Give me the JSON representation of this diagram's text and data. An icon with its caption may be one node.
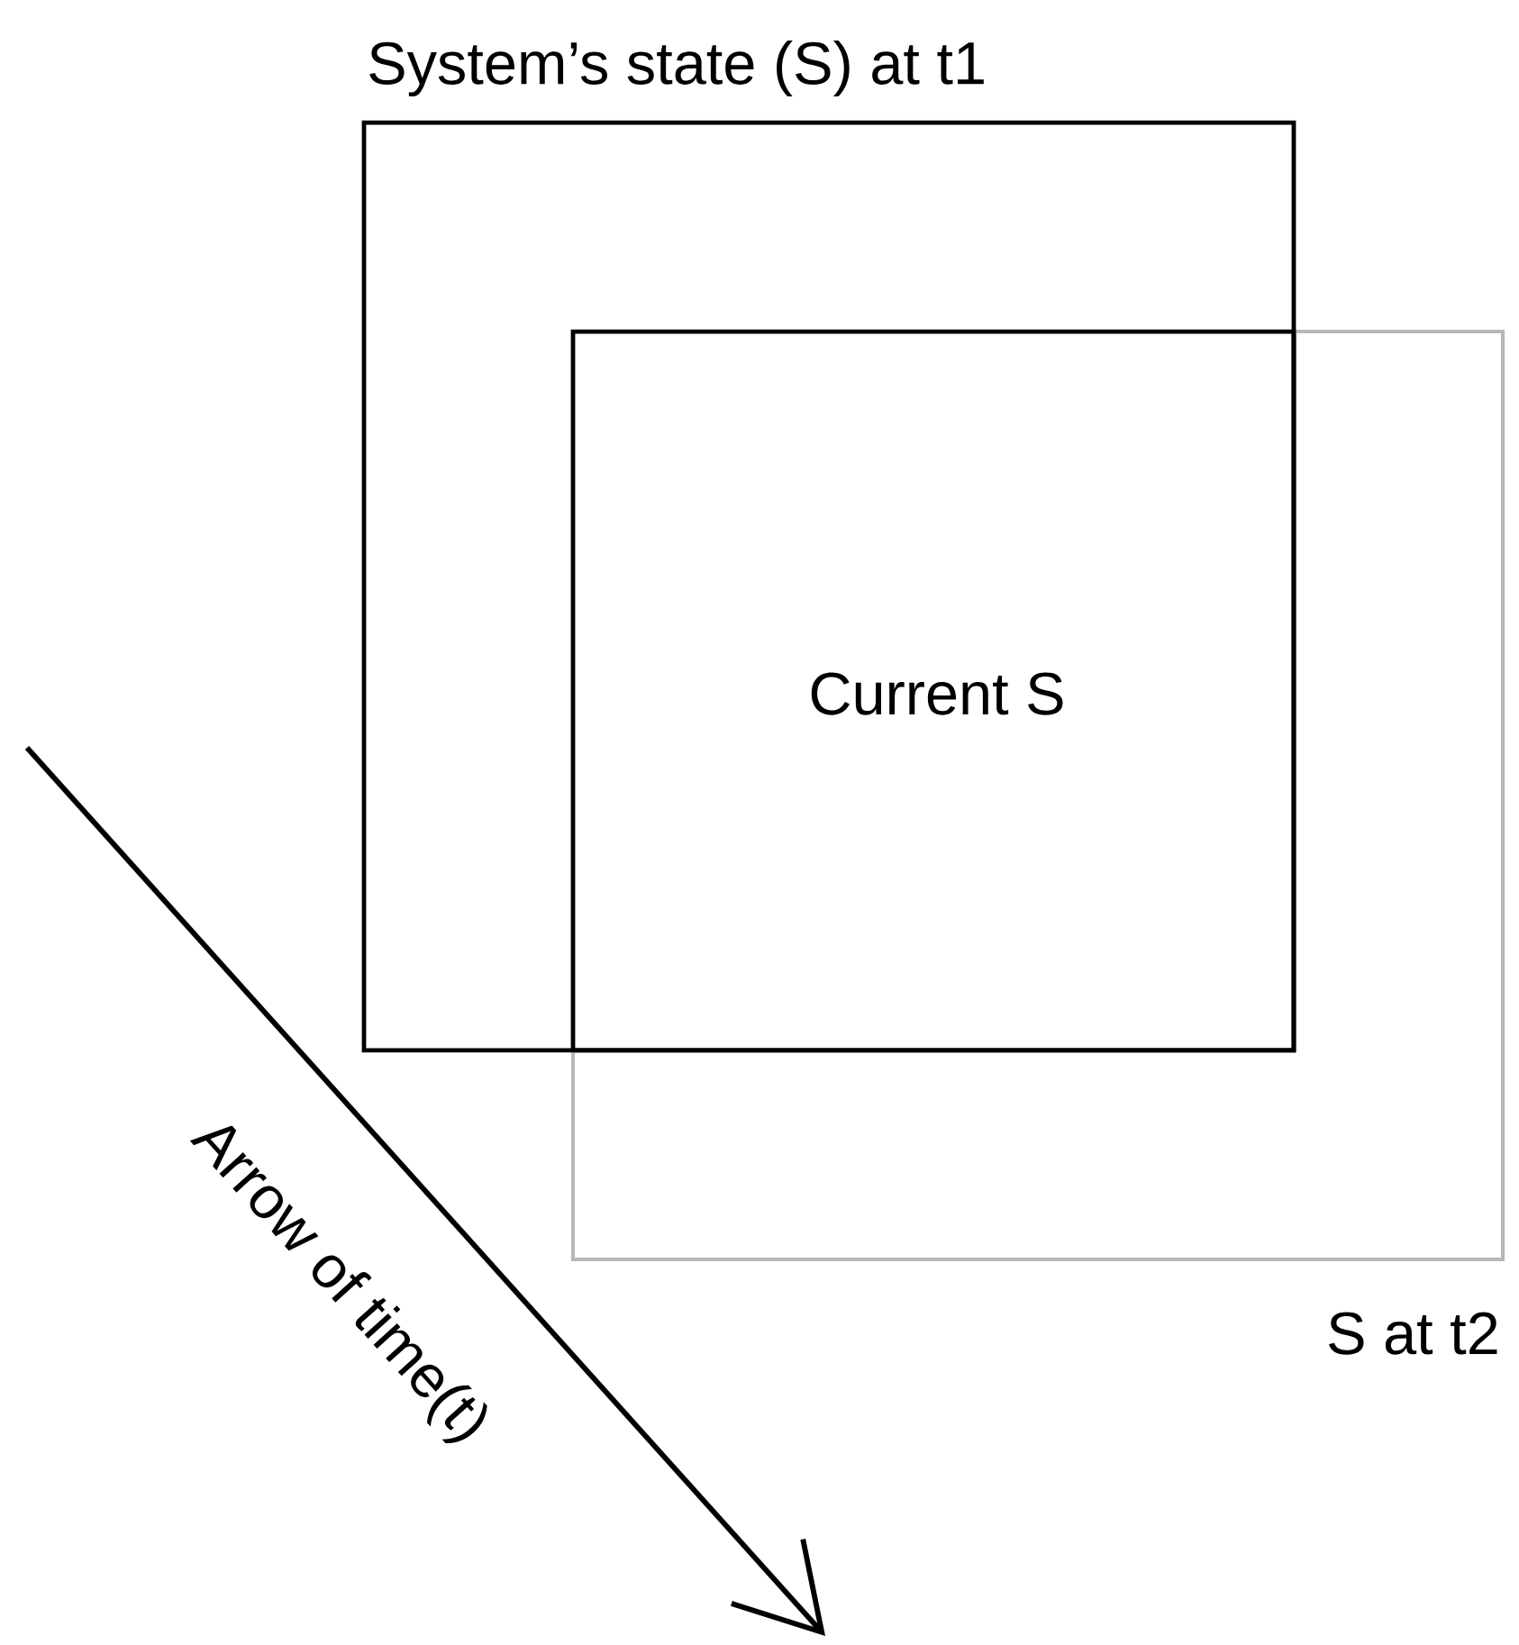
{
  "diagram": {
    "nodes": [
      {
        "text": [
          "System’s state (S) at t1"
        ]
      },
      {
        "text": [
          "S at t2"
        ]
      },
      {
        "text": [
          "Current S"
        ]
      }
    ],
    "labels": [
      "Arrow of time(t)"
    ]
  }
}
